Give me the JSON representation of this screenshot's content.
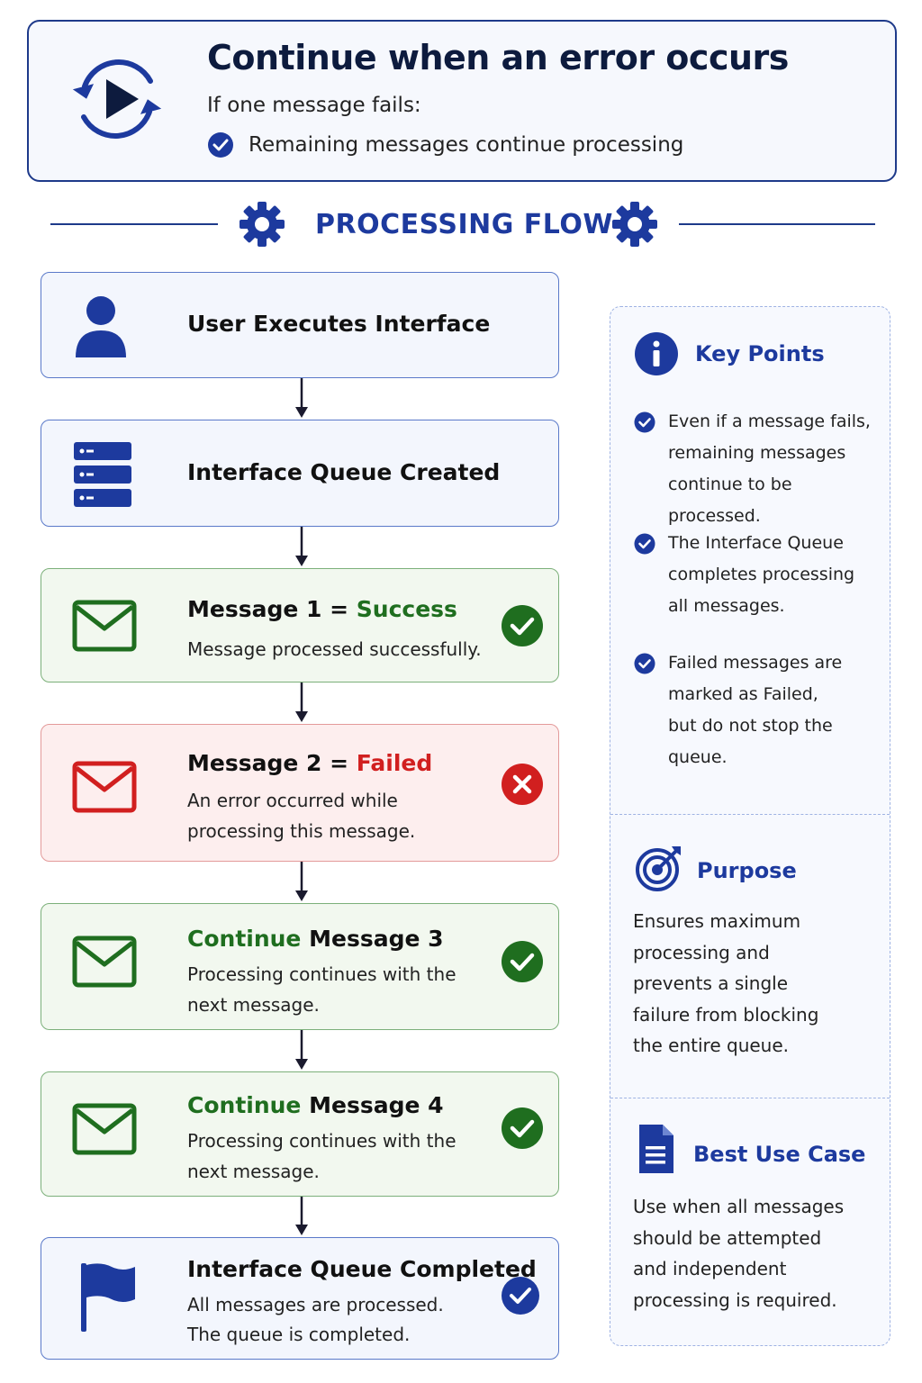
{
  "header": {
    "title": "Continue when an error occurs",
    "subtitle": "If one message fails:",
    "check_text": "Remaining messages continue processing"
  },
  "flow": {
    "title": "PROCESSING FLOW"
  },
  "steps": [
    {
      "title": "User Executes Interface"
    },
    {
      "title": "Interface Queue Created"
    },
    {
      "title_prefix": "Message 1 = ",
      "title_status": "Success",
      "desc": "Message processed successfully."
    },
    {
      "title_prefix": "Message 2 = ",
      "title_status": "Failed",
      "desc": "An error occurred while processing this message."
    },
    {
      "title_lead": "Continue",
      "title_rest": " Message 3",
      "desc": "Processing continues with the next message."
    },
    {
      "title_lead": "Continue",
      "title_rest": " Message 4",
      "desc": "Processing continues with the next message."
    },
    {
      "title": "Interface Queue Completed",
      "desc_line1": "All messages are processed.",
      "desc_line2": "The queue is completed."
    }
  ],
  "side": {
    "key_points": {
      "heading": "Key Points",
      "items": [
        "Even if a message fails, remaining messages continue to be processed.",
        "The Interface Queue completes processing all messages.",
        "Failed messages are marked as Failed, but do not stop the queue."
      ]
    },
    "purpose": {
      "heading": "Purpose",
      "text": "Ensures maximum processing and prevents a single failure from blocking the entire queue."
    },
    "best_use_case": {
      "heading": "Best Use Case",
      "text": "Use when all messages should be attempted and independent processing is required."
    }
  },
  "colors": {
    "navy": "#0d1b3e",
    "primary_blue": "#1d3a9e",
    "success_green": "#1f6e1f",
    "error_red": "#d11f1f"
  }
}
